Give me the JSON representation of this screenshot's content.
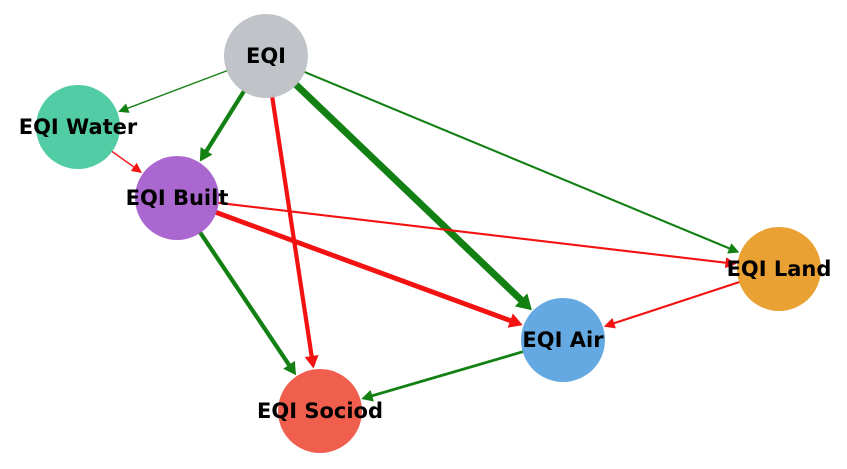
{
  "diagram": {
    "nodes": [
      {
        "id": "eqi",
        "label": "EQI",
        "color": "#bdc1c5"
      },
      {
        "id": "water",
        "label": "EQI Water",
        "color": "#48c9a0"
      },
      {
        "id": "built",
        "label": "EQI Built",
        "color": "#a75fce"
      },
      {
        "id": "land",
        "label": "EQI Land",
        "color": "#e89c28"
      },
      {
        "id": "air",
        "label": "EQI Air",
        "color": "#5da4e2"
      },
      {
        "id": "sociod",
        "label": "EQI Sociod",
        "color": "#ef5545"
      }
    ],
    "edges": [
      {
        "from": "eqi",
        "to": "water",
        "sign": "positive",
        "weight": 1
      },
      {
        "from": "eqi",
        "to": "built",
        "sign": "positive",
        "weight": 3
      },
      {
        "from": "eqi",
        "to": "sociod",
        "sign": "negative",
        "weight": 3
      },
      {
        "from": "eqi",
        "to": "air",
        "sign": "positive",
        "weight": 5
      },
      {
        "from": "eqi",
        "to": "land",
        "sign": "positive",
        "weight": 1.5
      },
      {
        "from": "water",
        "to": "built",
        "sign": "negative",
        "weight": 1
      },
      {
        "from": "built",
        "to": "land",
        "sign": "negative",
        "weight": 1.5
      },
      {
        "from": "built",
        "to": "air",
        "sign": "negative",
        "weight": 3.5
      },
      {
        "from": "built",
        "to": "sociod",
        "sign": "positive",
        "weight": 3
      },
      {
        "from": "land",
        "to": "air",
        "sign": "negative",
        "weight": 1.5
      },
      {
        "from": "air",
        "to": "sociod",
        "sign": "positive",
        "weight": 2
      }
    ],
    "colors": {
      "positive": "#138013",
      "negative": "#f21212"
    }
  }
}
